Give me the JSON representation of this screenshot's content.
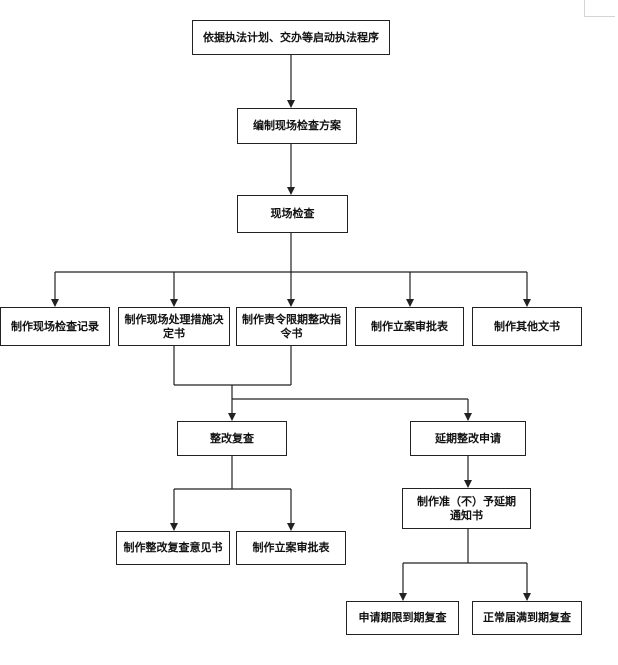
{
  "diagram": {
    "nodes": {
      "start": "依据执法计划、交办等启动执法程序",
      "plan": "编制现场检查方案",
      "inspect": "现场检查",
      "record": "制作现场检查记录",
      "measures": "制作现场处理措施决定书",
      "order": "制作责令限期整改指令书",
      "case_approval": "制作立案审批表",
      "other_docs": "制作其他文书",
      "review": "整改复查",
      "extension": "延期整改申请",
      "opinion": "制作整改复查意见书",
      "case_approval_2": "制作立案审批表",
      "approve_extension": "制作准（不）予延期通知书",
      "early_review": "申请期限到期复查",
      "normal_review": "正常届满到期复查"
    }
  }
}
